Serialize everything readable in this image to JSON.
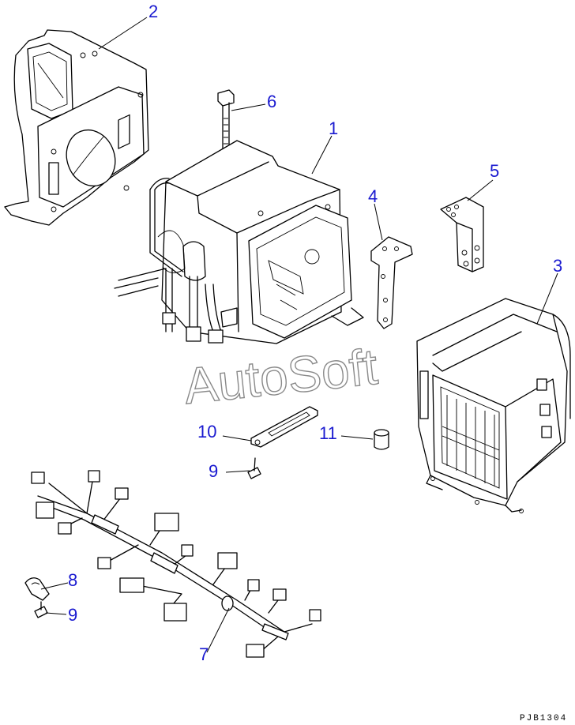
{
  "diagram": {
    "callouts": [
      {
        "id": "c1",
        "label": "1"
      },
      {
        "id": "c2",
        "label": "2"
      },
      {
        "id": "c3",
        "label": "3"
      },
      {
        "id": "c4",
        "label": "4"
      },
      {
        "id": "c5",
        "label": "5"
      },
      {
        "id": "c6",
        "label": "6"
      },
      {
        "id": "c7",
        "label": "7"
      },
      {
        "id": "c8",
        "label": "8"
      },
      {
        "id": "c9a",
        "label": "9"
      },
      {
        "id": "c9b",
        "label": "9"
      },
      {
        "id": "c10",
        "label": "10"
      },
      {
        "id": "c11",
        "label": "11"
      }
    ],
    "watermark": "AutoSoft",
    "drawing_code": "PJB1304",
    "colors": {
      "callout": "#1a1ad0",
      "line": "#000000",
      "watermark": "#8a8a8a"
    }
  }
}
